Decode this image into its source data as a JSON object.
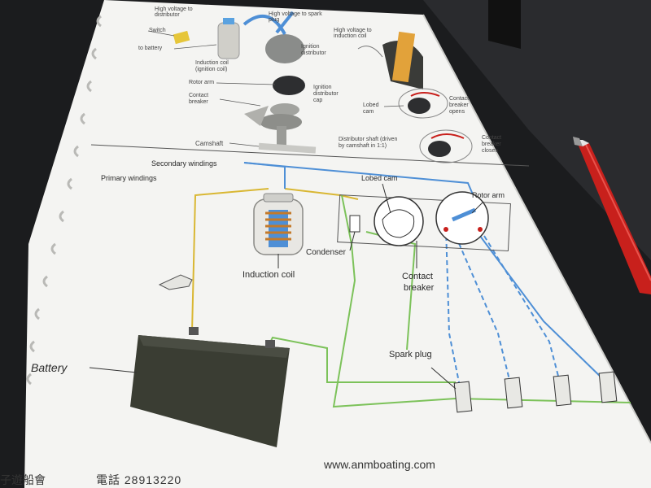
{
  "scene": {
    "colors": {
      "background": "#1b1c1e",
      "paper": "#f4f4f2",
      "primary_wire": "#d9b733",
      "secondary_wire": "#4e8fd6",
      "ground_wire": "#7cc25a",
      "battery": "#3a3d33",
      "pen": "#c8201c"
    }
  },
  "top_diagram": {
    "high_voltage_to_distributor": "High voltage to distributor",
    "high_voltage_to_spark_plug": "High voltage to spark plug",
    "switch": "Switch",
    "to_battery": "to battery",
    "induction_coil_ignition": "Induction coil (ignition coil)",
    "ignition_distributor": "Ignition distributor",
    "high_voltage_to_induction_coil": "High voltage to induction coil",
    "rotor_arm": "Rotor arm",
    "ignition_distributor_cap": "Ignition distributor cap",
    "contact_breaker": "Contact breaker",
    "lobed_cam": "Lobed cam",
    "contact_breaker_opens": "Contact breaker opens",
    "camshaft": "Camshaft",
    "distributor_shaft": "Distributor shaft (driven by camshaft in 1:1)",
    "contact_breaker_closes": "Contact breaker closes"
  },
  "bottom_diagram": {
    "secondary_windings": "Secondary windings",
    "primary_windings": "Primary windings",
    "lobed_cam": "Lobed cam",
    "rotor_arm": "Rotor arm",
    "condenser": "Condenser",
    "induction_coil": "Induction coil",
    "contact_breaker_line1": "Contact",
    "contact_breaker_line2": "breaker",
    "battery": "Battery",
    "spark_plug": "Spark plug"
  },
  "footer": {
    "website": "www.anmboating.com",
    "phone": "電話 28913220",
    "left_fragment": "子遊船會"
  }
}
